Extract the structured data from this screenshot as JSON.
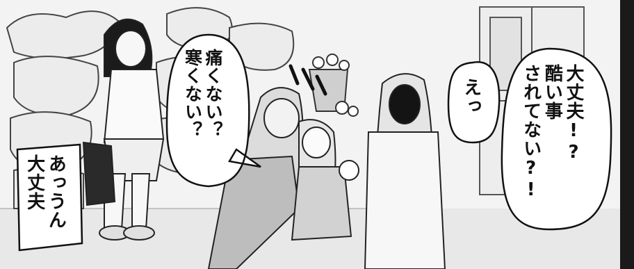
{
  "scene": {
    "panel_type": "manga-panel",
    "colors": {
      "ink": "#111111",
      "paper": "#ffffff",
      "tone": "#d6d6d6"
    }
  },
  "dialogue": {
    "left_bubble": "痛くない？\n寒くない？",
    "sound_bubble": "えっ",
    "right_bubble": "大丈夫!?\n酷い事\nされてない?!",
    "caption_box": "あっうん\n大丈夫"
  }
}
